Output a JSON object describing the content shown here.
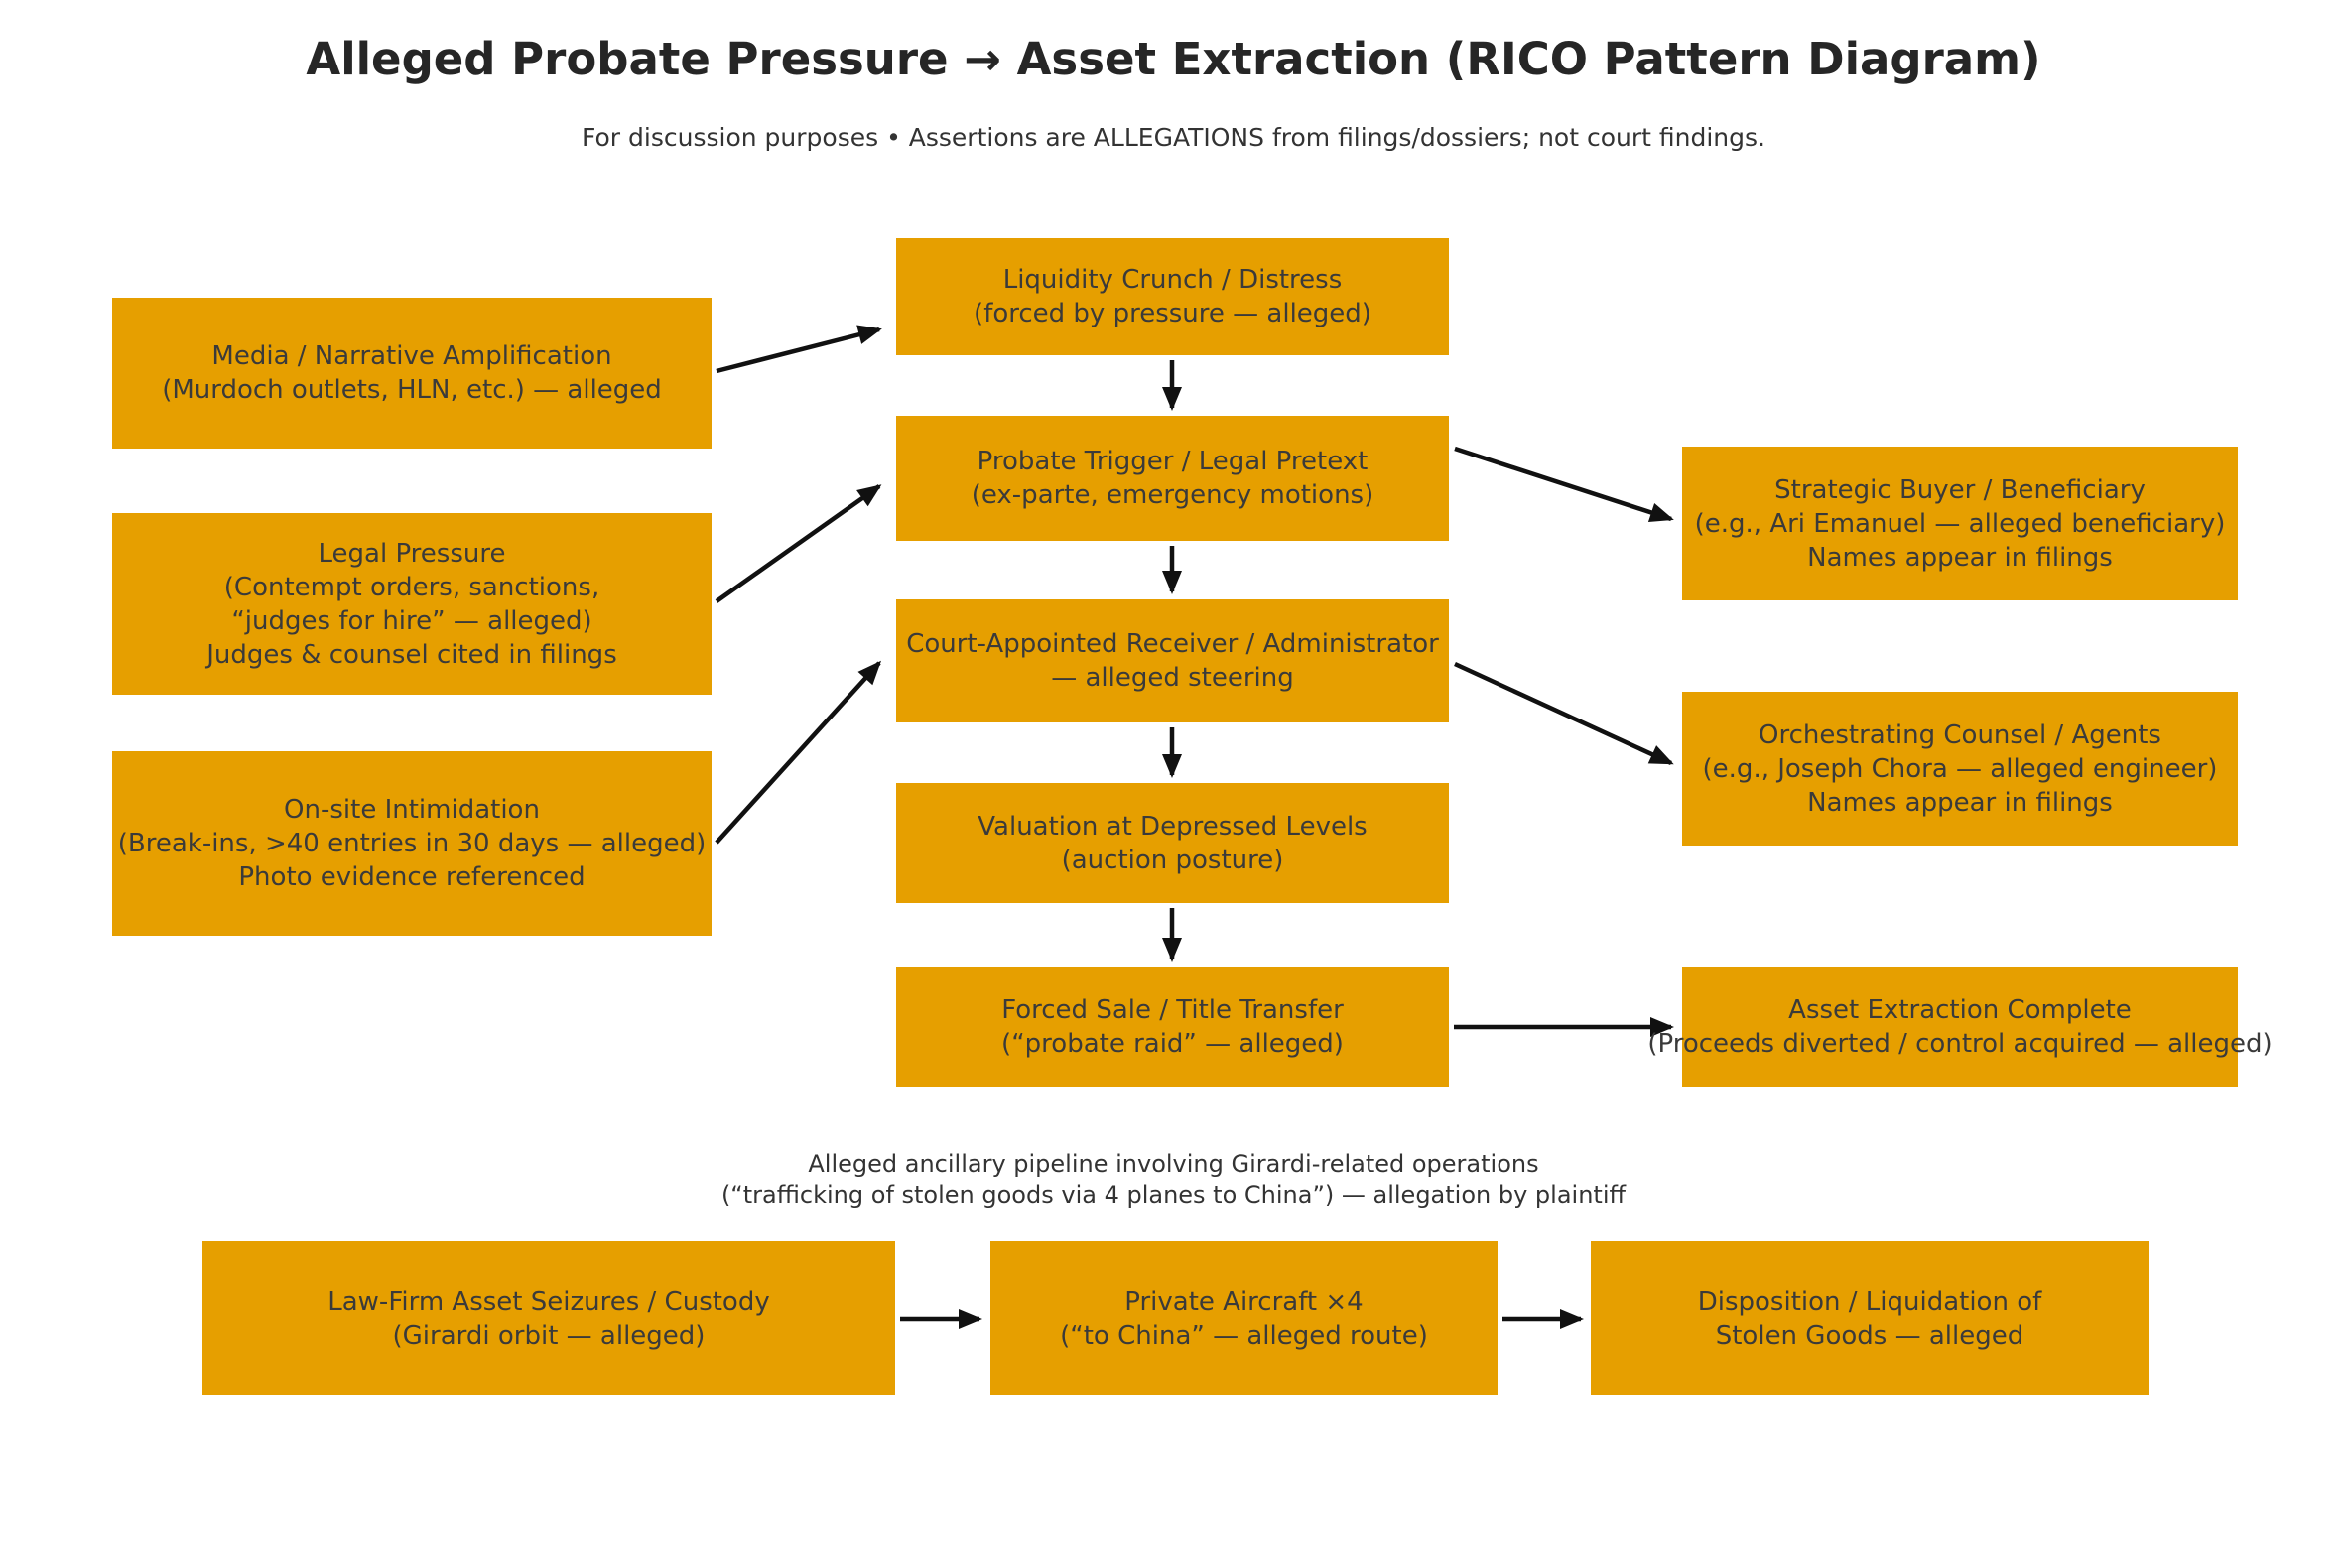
{
  "colors": {
    "node_fill": "#E69F00",
    "arrow": "#111111",
    "text": "#3a3a3a",
    "title_text": "#262626",
    "background": "#ffffff"
  },
  "header": {
    "title": "Alleged Probate Pressure → Asset Extraction (RICO Pattern Diagram)",
    "subtitle": "For discussion purposes • Assertions are ALLEGATIONS from filings/dossiers; not court findings."
  },
  "nodes": {
    "media": {
      "text": "Media / Narrative Amplification\n(Murdoch outlets, HLN, etc.) — alleged"
    },
    "legal_pressure": {
      "text": "Legal Pressure\n(Contempt orders, sanctions,\n“judges for hire” — alleged)\nJudges & counsel cited in filings"
    },
    "intimidation": {
      "text": "On-site Intimidation\n(Break-ins, >40 entries in 30 days — alleged)\nPhoto evidence referenced"
    },
    "liquidity": {
      "text": "Liquidity Crunch / Distress\n(forced by pressure — alleged)"
    },
    "probate_trigger": {
      "text": "Probate Trigger / Legal Pretext\n(ex-parte, emergency motions)"
    },
    "receiver": {
      "text": "Court-Appointed Receiver / Administrator\n— alleged steering"
    },
    "valuation": {
      "text": "Valuation at Depressed Levels\n(auction posture)"
    },
    "forced_sale": {
      "text": "Forced Sale / Title Transfer\n(“probate raid” — alleged)"
    },
    "strategic_buyer": {
      "text": "Strategic Buyer / Beneficiary\n(e.g., Ari Emanuel — alleged beneficiary)\nNames appear in filings"
    },
    "orchestrating_counsel": {
      "text": "Orchestrating Counsel / Agents\n(e.g., Joseph Chora — alleged engineer)\nNames appear in filings"
    },
    "asset_extraction": {
      "text": "Asset Extraction Complete\n(Proceeds diverted / control acquired — alleged)"
    },
    "law_firm": {
      "text": "Law-Firm Asset Seizures / Custody\n(Girardi orbit — alleged)"
    },
    "aircraft": {
      "text": "Private Aircraft ×4\n(“to China” — alleged route)"
    },
    "disposition": {
      "text": "Disposition / Liquidation of\nStolen Goods — alleged"
    }
  },
  "note": {
    "text": "Alleged ancillary pipeline involving Girardi-related operations\n(“trafficking of stolen goods via 4 planes to China”) — allegation by plaintiff"
  },
  "edges": [
    {
      "from": "media",
      "to": "liquidity"
    },
    {
      "from": "legal_pressure",
      "to": "probate_trigger"
    },
    {
      "from": "intimidation",
      "to": "receiver"
    },
    {
      "from": "liquidity",
      "to": "probate_trigger"
    },
    {
      "from": "probate_trigger",
      "to": "receiver"
    },
    {
      "from": "receiver",
      "to": "valuation"
    },
    {
      "from": "valuation",
      "to": "forced_sale"
    },
    {
      "from": "probate_trigger",
      "to": "strategic_buyer"
    },
    {
      "from": "receiver",
      "to": "orchestrating_counsel"
    },
    {
      "from": "forced_sale",
      "to": "asset_extraction"
    },
    {
      "from": "law_firm",
      "to": "aircraft"
    },
    {
      "from": "aircraft",
      "to": "disposition"
    }
  ]
}
